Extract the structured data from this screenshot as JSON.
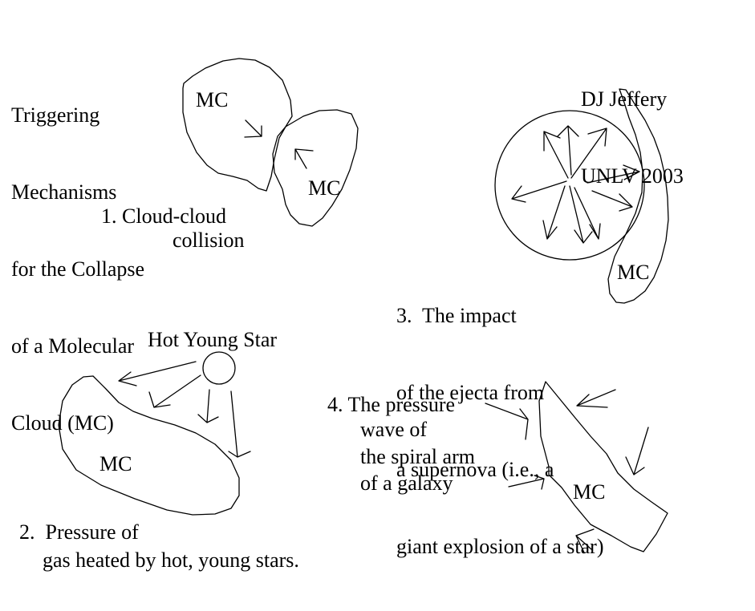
{
  "title_lines": [
    "Triggering",
    "Mechanisms",
    "for the Collapse",
    "of a Molecular",
    "Cloud (MC)"
  ],
  "author_lines": [
    "DJ Jeffery",
    "UNLV 2003"
  ],
  "panel1": {
    "cloud_a_label": "MC",
    "cloud_b_label": "MC",
    "caption_lines": [
      "1. Cloud-cloud",
      "collision"
    ]
  },
  "panel2": {
    "star_label": "Hot Young Star",
    "cloud_label": "MC",
    "caption_lines": [
      "2.  Pressure of",
      "gas heated by hot, young stars."
    ]
  },
  "panel3": {
    "cloud_label": "MC",
    "caption_lines": [
      "3.  The impact",
      "of the ejecta from",
      "a supernova (i.e., a",
      "giant explosion of a star)"
    ]
  },
  "panel4": {
    "cloud_label": "MC",
    "caption_lines": [
      "4. The pressure",
      "wave of",
      "the spiral arm",
      "of a galaxy"
    ]
  },
  "colors": {
    "ink": "#000000",
    "paper": "#ffffff"
  }
}
